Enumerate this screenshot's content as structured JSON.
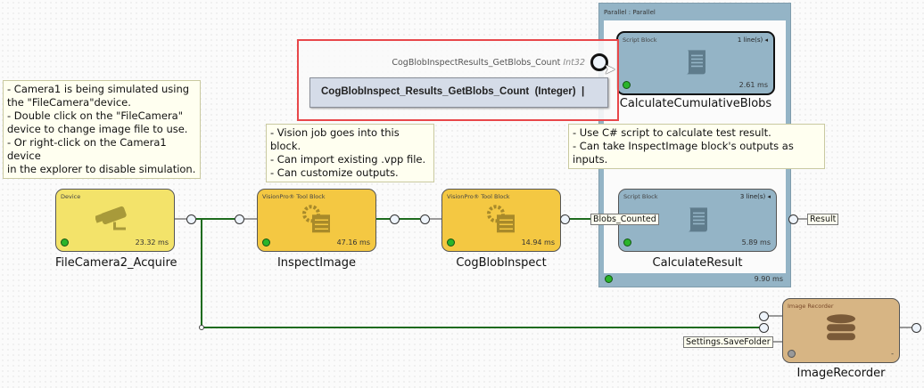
{
  "notes": {
    "camera": [
      "- Camera1 is being simulated using",
      "the \"FileCamera\"device.",
      "- Double click on the \"FileCamera\"",
      "device to change image file to use.",
      "- Or right-click on the Camera1 device",
      "in the explorer to disable simulation."
    ],
    "vision": [
      "- Vision job goes into this block.",
      "- Can import existing .vpp file.",
      "- Can customize outputs."
    ],
    "script": [
      "- Use C# script to calculate test result.",
      "- Can take InspectImage block's outputs as inputs."
    ]
  },
  "parallel": {
    "title": "Parallel : Parallel",
    "time": "9.90 ms"
  },
  "tooltip": {
    "port_name": "CogBlobInspectResults_GetBlobs_Count",
    "port_type": "Int32",
    "input_value": "CogBlobInspect_Results_GetBlobs_Count  (Integer)  |"
  },
  "blocks": {
    "acquire": {
      "type": "Device",
      "time": "23.32 ms",
      "label": "FileCamera2_Acquire",
      "status": "ok"
    },
    "inspect": {
      "type": "VisionPro® Tool Block",
      "time": "47.16 ms",
      "label": "InspectImage",
      "status": "ok"
    },
    "blob": {
      "type": "VisionPro® Tool Block",
      "time": "14.94 ms",
      "label": "CogBlobInspect",
      "status": "ok"
    },
    "cumulative": {
      "type": "Script Block",
      "lines": "1 line(s)",
      "time": "2.61 ms",
      "label": "CalculateCumulativeBlobs",
      "status": "ok"
    },
    "result": {
      "type": "Script Block",
      "lines": "3 line(s)",
      "time": "5.89 ms",
      "label": "CalculateResult",
      "status": "ok"
    },
    "recorder": {
      "type": "Image Recorder",
      "time": "-",
      "label": "ImageRecorder",
      "status": "idle"
    }
  },
  "tags": {
    "blobs": "Blobs_Counted",
    "result": "Result",
    "save_folder": "Settings.SaveFolder"
  },
  "colors": {
    "wire": "#1e6b1e",
    "device": "#f3e36a",
    "toolblock": "#f4c842",
    "script": "#94b4c6",
    "recorder": "#d7b584",
    "highlight": "#e8474a"
  }
}
